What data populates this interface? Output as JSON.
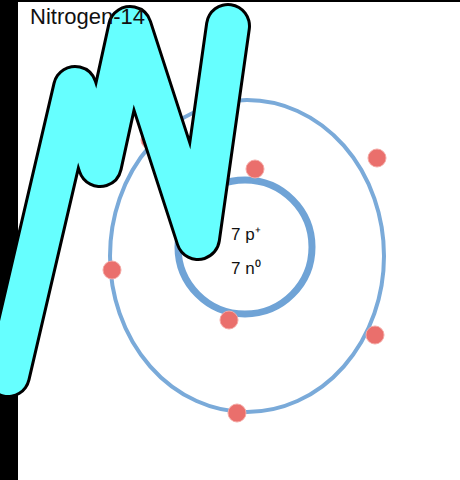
{
  "diagram": {
    "title": "Nitrogen-14",
    "labels": [
      "7 p⁺",
      "7 n⁰"
    ]
  }
}
